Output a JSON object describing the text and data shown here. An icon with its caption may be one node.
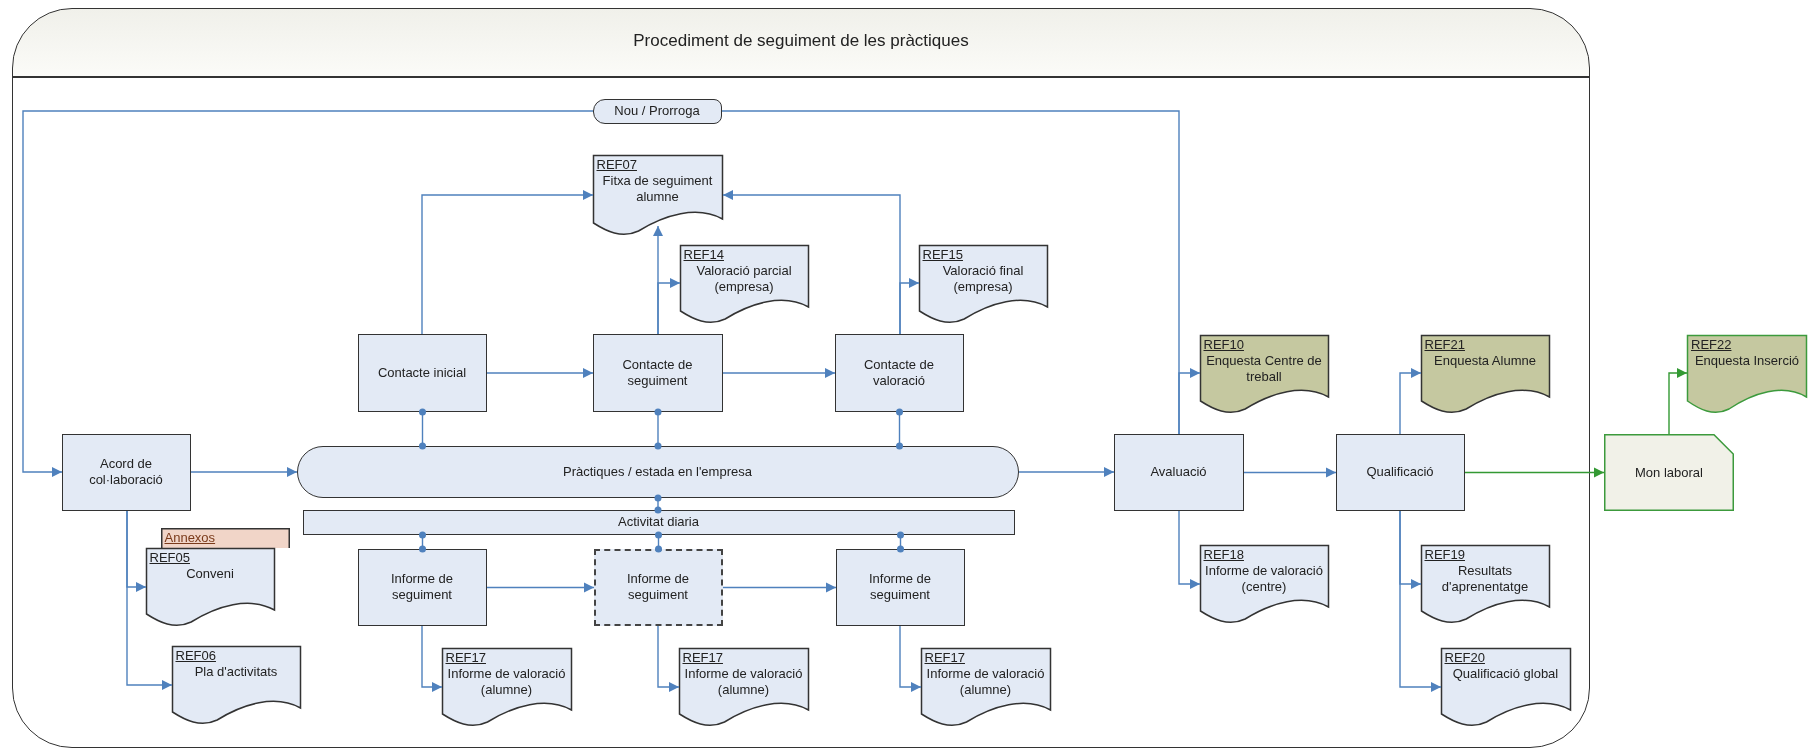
{
  "diagram": {
    "nodes": [
      {
        "text": [
          "Procediment de seguiment de les pràctiques"
        ]
      },
      {
        "text": [
          "Nou / Prorroga"
        ],
        "in": 0
      },
      {
        "text": [
          "REF07",
          "Fitxa de seguiment alumne"
        ],
        "in": 0
      },
      {
        "text": [
          "REF14",
          "Valoració parcial (empresa)"
        ],
        "in": 0
      },
      {
        "text": [
          "REF15",
          "Valoració final (empresa)"
        ],
        "in": 0
      },
      {
        "text": [
          "Contacte inicial"
        ],
        "in": 0
      },
      {
        "text": [
          "Contacte de seguiment"
        ],
        "in": 0
      },
      {
        "text": [
          "Contacte de valoració"
        ],
        "in": 0
      },
      {
        "text": [
          "REF10",
          "Enquesta Centre de treball"
        ],
        "in": 0
      },
      {
        "text": [
          "REF21",
          "Enquesta Alumne"
        ],
        "in": 0
      },
      {
        "text": [
          "REF22",
          "Enquesta Inserció"
        ]
      },
      {
        "text": [
          "Acord de col·laboració"
        ],
        "in": 0
      },
      {
        "text": [
          "Pràctiques / estada en l'empresa"
        ],
        "in": 0
      },
      {
        "text": [
          "Avaluació"
        ],
        "in": 0
      },
      {
        "text": [
          "Qualificació"
        ],
        "in": 0
      },
      {
        "text": [
          "Mon laboral"
        ]
      },
      {
        "text": [
          "Activitat diaria"
        ],
        "in": 0
      },
      {
        "text": [
          "Annexos"
        ],
        "in": 0
      },
      {
        "text": [
          "REF05",
          "Conveni"
        ],
        "in": 0
      },
      {
        "text": [
          "Informe de seguiment"
        ],
        "in": 0
      },
      {
        "text": [
          "Informe de seguiment"
        ],
        "in": 0
      },
      {
        "text": [
          "Informe de seguiment"
        ],
        "in": 0
      },
      {
        "text": [
          "REF18",
          "Informe de valoració (centre)"
        ],
        "in": 0
      },
      {
        "text": [
          "REF19",
          "Resultats d'aprenentatge"
        ],
        "in": 0
      },
      {
        "text": [
          "REF17",
          "Informe de valoració (alumne)"
        ],
        "in": 0
      },
      {
        "text": [
          "REF17",
          "Informe de valoració (alumne)"
        ],
        "in": 0
      },
      {
        "text": [
          "REF17",
          "Informe de valoració (alumne)"
        ],
        "in": 0
      },
      {
        "text": [
          "REF06",
          "Pla d'activitats"
        ],
        "in": 0
      },
      {
        "text": [
          "REF20",
          "Qualificació global"
        ],
        "in": 0
      }
    ],
    "edges": [
      {
        "from": 5,
        "to": 2,
        "arrow": "to"
      },
      {
        "from": 5,
        "to": 6,
        "arrow": "to"
      },
      {
        "from": 6,
        "to": 2,
        "arrow": "to"
      },
      {
        "from": 6,
        "to": 3,
        "arrow": "to"
      },
      {
        "from": 6,
        "to": 7,
        "arrow": "to"
      },
      {
        "from": 7,
        "to": 2,
        "arrow": "to"
      },
      {
        "from": 7,
        "to": 4,
        "arrow": "to"
      },
      {
        "from": 13,
        "to": 1,
        "arrow": "none"
      },
      {
        "from": 1,
        "to": 11,
        "arrow": "to"
      },
      {
        "from": 11,
        "to": 12,
        "arrow": "to"
      },
      {
        "from": 11,
        "to": 18,
        "arrow": "to"
      },
      {
        "from": 11,
        "to": 27,
        "arrow": "to"
      },
      {
        "from": 12,
        "to": 5,
        "arrow": "other"
      },
      {
        "from": 12,
        "to": 6,
        "arrow": "other"
      },
      {
        "from": 12,
        "to": 7,
        "arrow": "other"
      },
      {
        "from": 12,
        "to": 16,
        "arrow": "other"
      },
      {
        "from": 16,
        "to": 19,
        "arrow": "other"
      },
      {
        "from": 16,
        "to": 20,
        "arrow": "other"
      },
      {
        "from": 16,
        "to": 21,
        "arrow": "other"
      },
      {
        "from": 19,
        "to": 20,
        "arrow": "to"
      },
      {
        "from": 20,
        "to": 21,
        "arrow": "to"
      },
      {
        "from": 19,
        "to": 24,
        "arrow": "to"
      },
      {
        "from": 20,
        "to": 25,
        "arrow": "to"
      },
      {
        "from": 21,
        "to": 26,
        "arrow": "to"
      },
      {
        "from": 12,
        "to": 13,
        "arrow": "to"
      },
      {
        "from": 13,
        "to": 8,
        "arrow": "to"
      },
      {
        "from": 13,
        "to": 22,
        "arrow": "to"
      },
      {
        "from": 13,
        "to": 14,
        "arrow": "to"
      },
      {
        "from": 14,
        "to": 9,
        "arrow": "to"
      },
      {
        "from": 14,
        "to": 23,
        "arrow": "to"
      },
      {
        "from": 14,
        "to": 28,
        "arrow": "to"
      },
      {
        "from": 14,
        "to": 15,
        "arrow": "to",
        "color": "#339933"
      },
      {
        "from": 15,
        "to": 10,
        "arrow": "to",
        "color": "#339933"
      }
    ]
  }
}
